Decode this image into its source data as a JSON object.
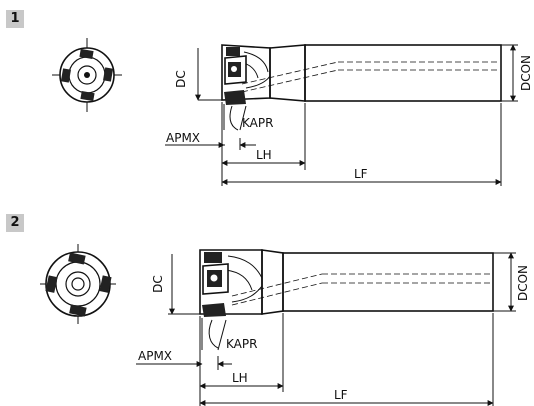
{
  "figures": [
    {
      "number": "1",
      "labels": {
        "dc": "DC",
        "dcon": "DCON",
        "kapr": "KAPR",
        "apmx": "APMX",
        "lh": "LH",
        "lf": "LF"
      }
    },
    {
      "number": "2",
      "labels": {
        "dc": "DC",
        "dcon": "DCON",
        "kapr": "KAPR",
        "apmx": "APMX",
        "lh": "LH",
        "lf": "LF"
      }
    }
  ],
  "colors": {
    "line": "#111111",
    "shade": "#c8c8c8",
    "insert": "#222222"
  }
}
